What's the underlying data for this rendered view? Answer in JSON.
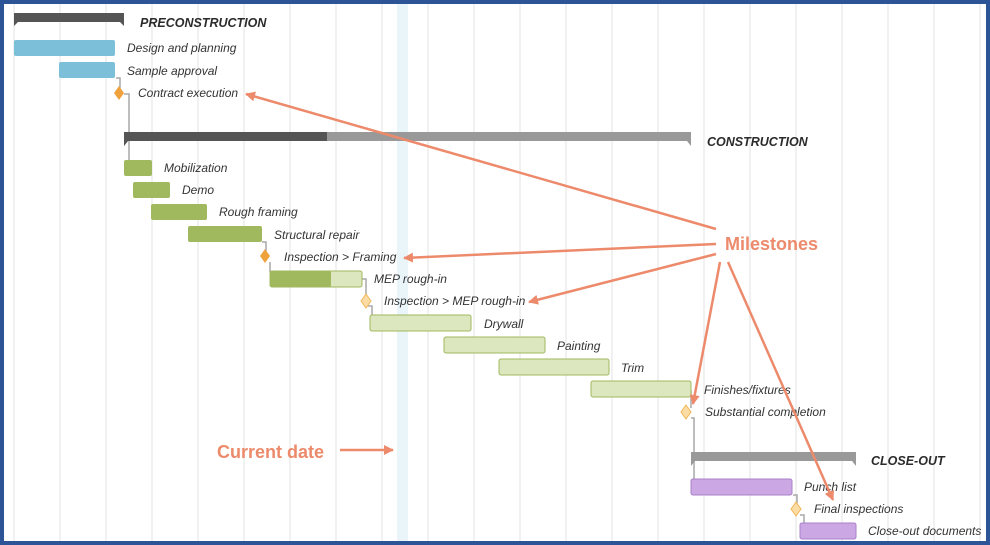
{
  "colors": {
    "frame": "#2d5496",
    "grid": "#e3e3e3",
    "today_band": "#eaf5fa",
    "group_bar_dark": "#555555",
    "group_bar_light": "#999999",
    "preconstruction_task": "#7cbfd8",
    "construction_task_done": "#a0b85e",
    "construction_task_todo": "#dce7bf",
    "closeout_task": "#cba8e3",
    "milestone_done": "#efa23c",
    "milestone_todo": "#fbdca4",
    "annotation": "#ec8a6b"
  },
  "groups": {
    "preconstruction": "PRECONSTRUCTION",
    "construction": "CONSTRUCTION",
    "closeout": "CLOSE-OUT"
  },
  "tasks": {
    "design_and_planning": "Design and planning",
    "sample_approval": "Sample approval",
    "contract_execution": "Contract execution",
    "mobilization": "Mobilization",
    "demo": "Demo",
    "rough_framing": "Rough framing",
    "structural_repair": "Structural repair",
    "inspection_framing": "Inspection > Framing",
    "mep_rough_in": "MEP rough-in",
    "inspection_mep": "Inspection > MEP rough-in",
    "drywall": "Drywall",
    "painting": "Painting",
    "trim": "Trim",
    "finishes_fixtures": "Finishes/fixtures",
    "substantial_completion": "Substantial completion",
    "punch_list": "Punch list",
    "final_inspections": "Final inspections",
    "closeout_documents": "Close-out documents"
  },
  "progress": {
    "construction_group": 0.36,
    "mep_rough_in": 0.65
  },
  "annotations": {
    "milestones": "Milestones",
    "current_date": "Current date"
  }
}
